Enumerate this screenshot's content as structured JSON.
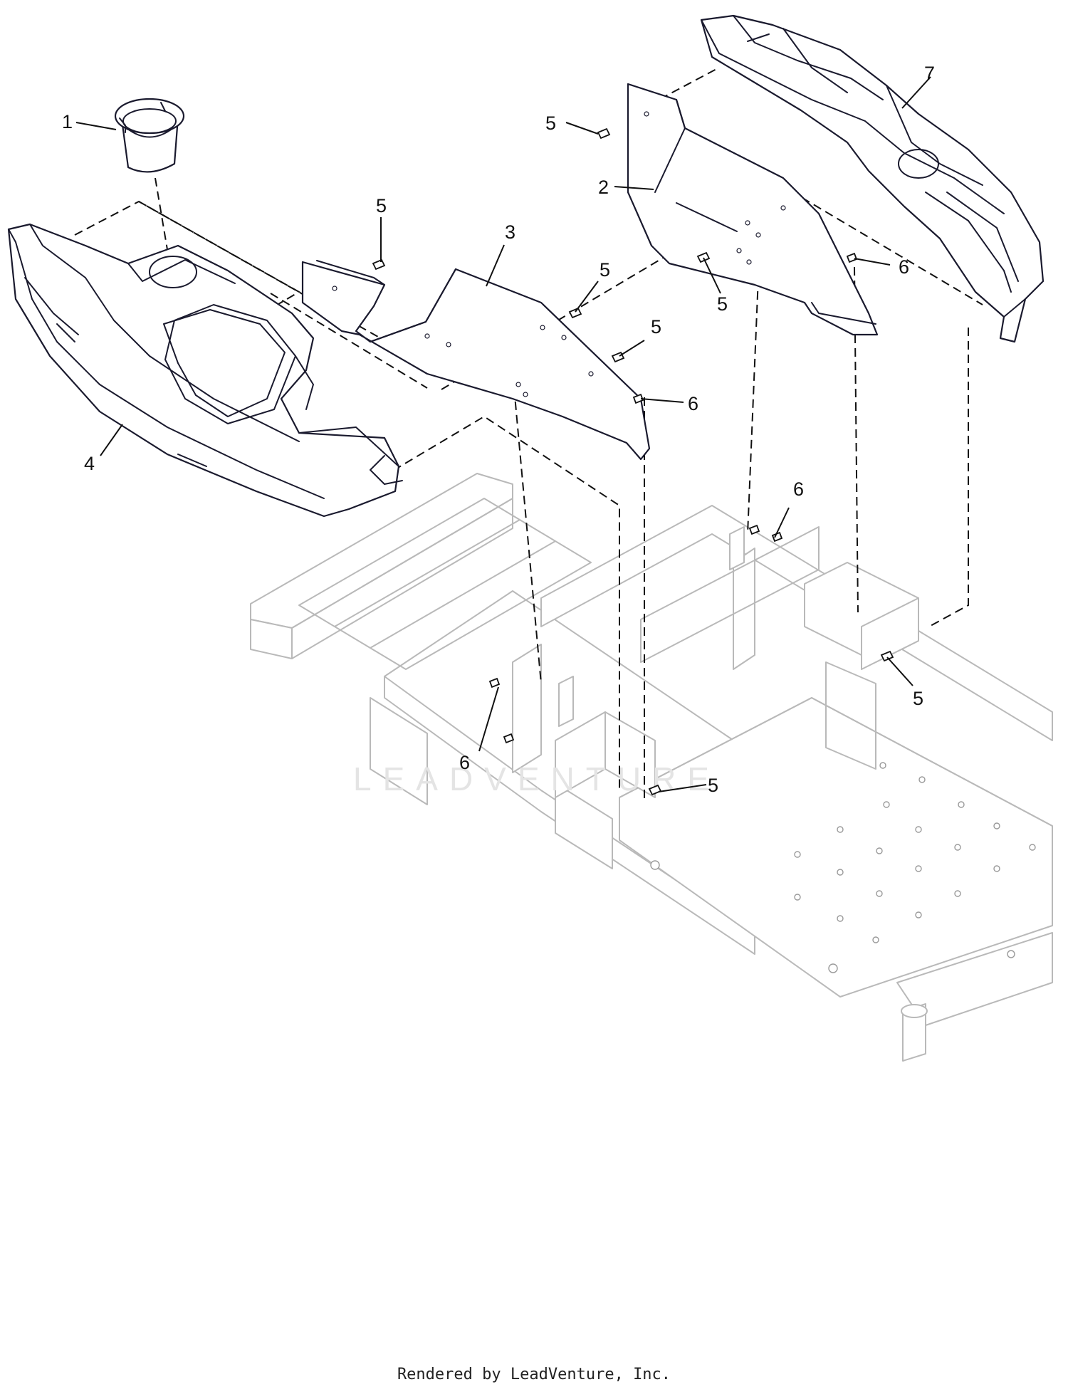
{
  "callouts": [
    {
      "label": "1"
    },
    {
      "label": "2"
    },
    {
      "label": "3"
    },
    {
      "label": "4"
    },
    {
      "label": "5"
    },
    {
      "label": "5"
    },
    {
      "label": "5"
    },
    {
      "label": "5"
    },
    {
      "label": "5"
    },
    {
      "label": "5"
    },
    {
      "label": "5"
    },
    {
      "label": "6"
    },
    {
      "label": "6"
    },
    {
      "label": "6"
    },
    {
      "label": "6"
    },
    {
      "label": "7"
    }
  ],
  "watermark": "LEADVENTURE",
  "footer": "Rendered by LeadVenture, Inc."
}
